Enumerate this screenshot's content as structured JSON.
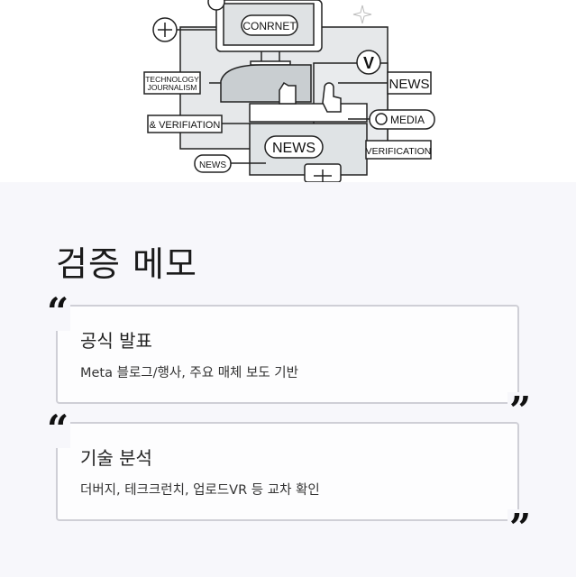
{
  "illustration": {
    "labels": {
      "screen_bubble": "CONRNET",
      "tech_journalism_line1": "TECHNOLOGY",
      "tech_journalism_line2": "JOURNALISM",
      "verifiation": "& VERIFIATION",
      "news_box": "NEWS",
      "v_badge": "V",
      "media": "MEDIA",
      "news_bubble": "NEWS",
      "verification": "VERIFICATION",
      "news_pill": "NEWS"
    }
  },
  "section": {
    "title": "검증 메모"
  },
  "cards": [
    {
      "title": "공식 발표",
      "text": "Meta 블로그/행사, 주요 매체 보도 기반"
    },
    {
      "title": "기술 분석",
      "text": "더버지, 테크크런치, 업로드VR 등 교차 확인"
    }
  ],
  "quotes": {
    "open": "“",
    "close": "”"
  }
}
